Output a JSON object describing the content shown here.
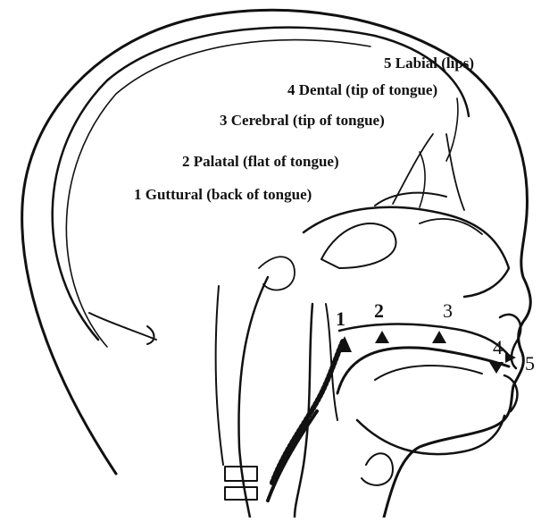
{
  "diagram": {
    "labels": [
      {
        "id": "labial",
        "text": "5 Labial (lips)"
      },
      {
        "id": "dental",
        "text": "4 Dental (tip of tongue)"
      },
      {
        "id": "cerebral",
        "text": "3 Cerebral (tip of tongue)"
      },
      {
        "id": "palatal",
        "text": "2 Palatal (flat of tongue)"
      },
      {
        "id": "guttural",
        "text": "1 Guttural (back of tongue)"
      }
    ],
    "markers": {
      "m1": "1",
      "m2": "2",
      "m3": "3",
      "m4": "4",
      "m5": "5"
    },
    "colors": {
      "ink": "#111111",
      "background": "#ffffff"
    }
  }
}
